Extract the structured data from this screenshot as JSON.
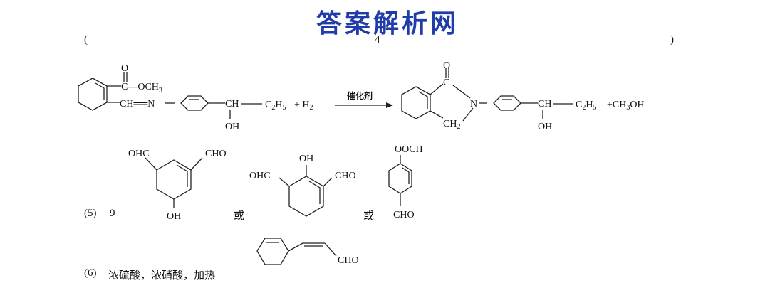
{
  "watermark": "答案解析网",
  "paren_open": "(",
  "paren_close": ")",
  "page_marker": "4",
  "reaction": {
    "reactant_ester": "O",
    "reactant_och3": "C—OCH",
    "reactant_och3_sub": "3",
    "reactant_imine": "CH══N",
    "reactant_ch": "CH",
    "reactant_oh": "OH",
    "reactant_c2h5": "C",
    "reactant_c2h5_sub1": "2",
    "reactant_c2h5_h": "H",
    "reactant_c2h5_sub2": "5",
    "plus_h2": "+ H",
    "plus_h2_sub": "2",
    "catalyst": "催化剂",
    "product_o": "O",
    "product_c": "C",
    "product_n": "N",
    "product_ch2": "CH",
    "product_ch2_sub": "2",
    "product_ch": "CH",
    "product_oh": "OH",
    "product_c2h5": "C",
    "product_c2h5_sub1": "2",
    "product_c2h5_h": "H",
    "product_c2h5_sub2": "5",
    "byproduct": "+CH",
    "byproduct_sub": "3",
    "byproduct_tail": "OH"
  },
  "q5": {
    "label": "(5)",
    "count": "9",
    "or1": "或",
    "or2": "或",
    "s1_ohc": "OHC",
    "s1_cho": "CHO",
    "s1_oh": "OH",
    "s2_oh": "OH",
    "s2_ohc": "OHC",
    "s2_cho": "CHO",
    "s3_oocH": "OOCH",
    "s3_cho": "CHO"
  },
  "q6": {
    "label": "(6)",
    "text": "浓硫酸，浓硝酸，加热",
    "cho": "CHO"
  }
}
